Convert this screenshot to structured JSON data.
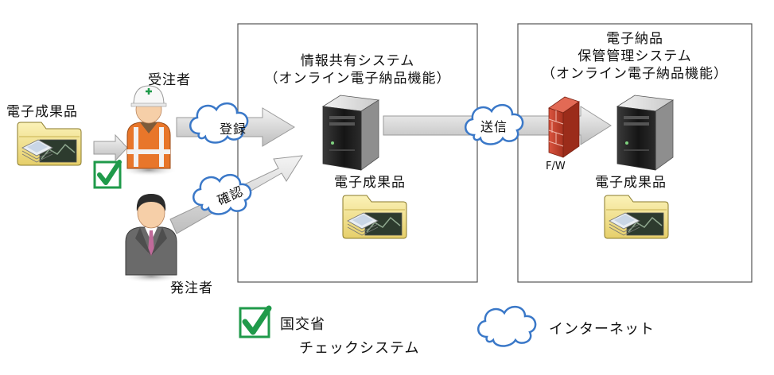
{
  "left_deliverable_label": "電子成果品",
  "contractor_label": "受注者",
  "client_label": "発注者",
  "register_label": "登録",
  "confirm_label": "確認",
  "send_label": "送信",
  "fw_label": "F/W",
  "info_system": {
    "title_line1": "情報共有システム",
    "title_line2": "（オンライン電子納品機能）",
    "deliverable_label": "電子成果品"
  },
  "storage_system": {
    "title_line1": "電子納品",
    "title_line2": "保管管理システム",
    "title_line3": "（オンライン電子納品機能）",
    "deliverable_label": "電子成果品"
  },
  "legend": {
    "check_line1": "国交省",
    "check_line2": "チェックシステム",
    "internet": "インターネット"
  },
  "colors": {
    "check_green": "#1f9a4a",
    "cloud_blue": "#3a78c8",
    "firewall_red": "#c0392b",
    "vest_orange": "#e8762a",
    "folder_yellow": "#f1e08a"
  }
}
